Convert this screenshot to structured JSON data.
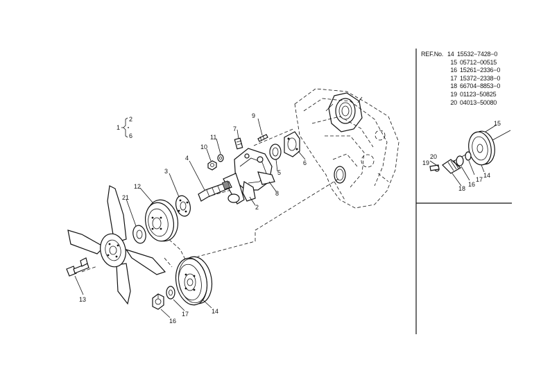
{
  "ref_table": {
    "header": "REF.No.",
    "rows": [
      {
        "ref": "14",
        "part": "15532−7428−0"
      },
      {
        "ref": "15",
        "part": "05712−00515"
      },
      {
        "ref": "16",
        "part": "15261−2336−0"
      },
      {
        "ref": "17",
        "part": "15372−2338−0"
      },
      {
        "ref": "18",
        "part": "66704−8853−0"
      },
      {
        "ref": "19",
        "part": "01123−50825"
      },
      {
        "ref": "20",
        "part": "04013−50080"
      }
    ]
  },
  "assembly_brace": {
    "parent": "1",
    "from": "2",
    "to": "6"
  },
  "callouts": {
    "c2": "2",
    "c3": "3",
    "c4": "4",
    "c5": "5",
    "c6": "6",
    "c7": "7",
    "c8": "8",
    "c9": "9",
    "c10": "10",
    "c11": "11",
    "c12": "12",
    "c13": "13",
    "c14": "14",
    "c16": "16",
    "c17": "17",
    "c21": "21",
    "i14": "14",
    "i15": "15",
    "i16": "16",
    "i17": "17",
    "i18": "18",
    "i19": "19",
    "i20": "20"
  }
}
